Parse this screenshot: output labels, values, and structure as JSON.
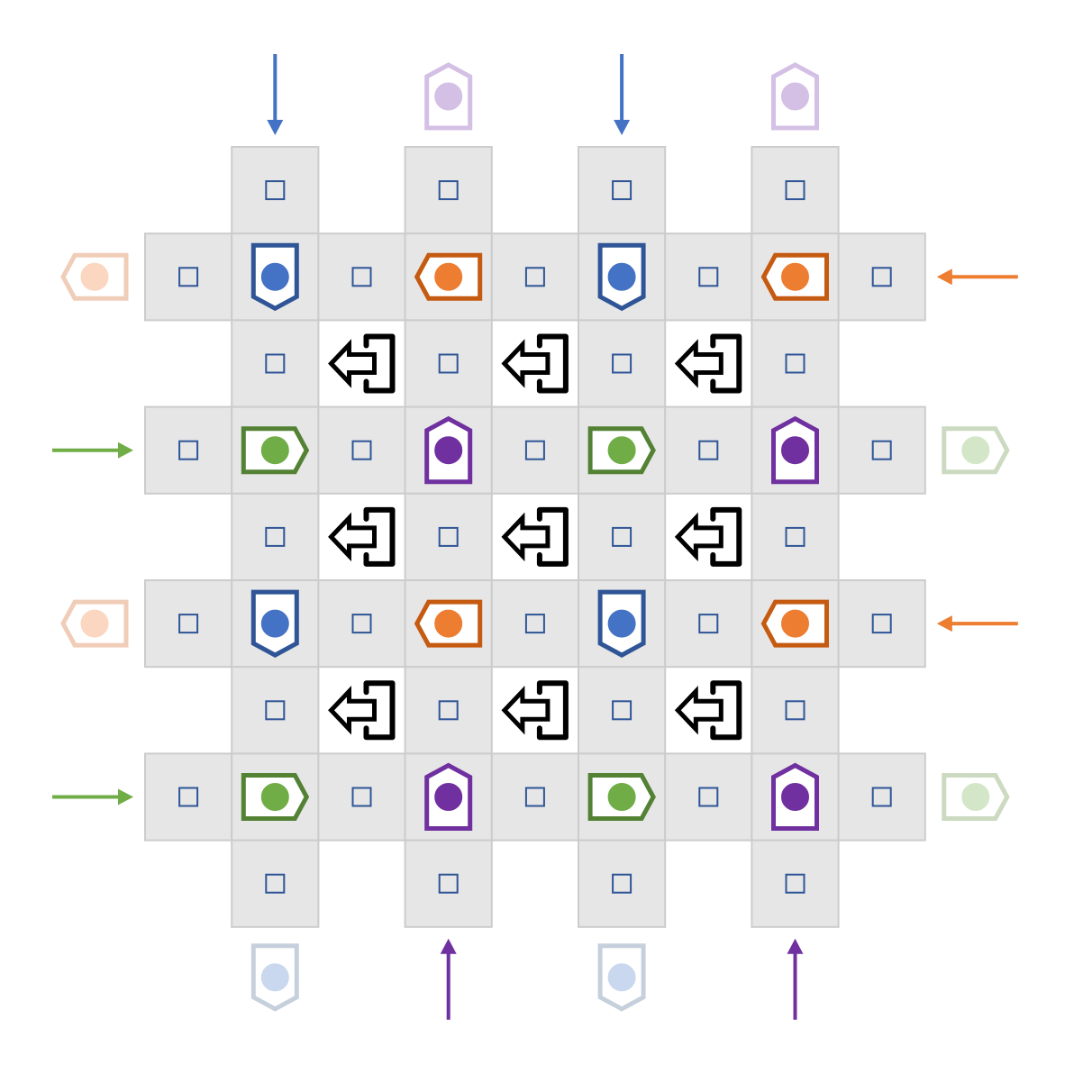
{
  "board": {
    "rows": 9,
    "cols": 9,
    "colors": {
      "tile": "#e6e6e6",
      "tile_border": "#cccccc",
      "marker": "#2f5597",
      "exit_icon": "#000000",
      "blue": "#4472c4",
      "blue_border": "#2f5597",
      "orange": "#ed7d31",
      "orange_border": "#c55a11",
      "green": "#70ad47",
      "green_border": "#548235",
      "purple": "#7030a0",
      "purple_border": "#7030a0",
      "blue_faded": "#c9d7ef",
      "blue_faded_border": "#c6d0dc",
      "orange_faded": "#fbd6c0",
      "orange_faded_border": "#f0cdb8",
      "green_faded": "#d3e7c8",
      "green_faded_border": "#cbdac0",
      "purple_faded": "#d4c0e4",
      "purple_faded_border": "#d4c0e4"
    },
    "tiles": [
      [
        0,
        1
      ],
      [
        0,
        3
      ],
      [
        0,
        5
      ],
      [
        0,
        7
      ],
      [
        1,
        0
      ],
      [
        1,
        1
      ],
      [
        1,
        2
      ],
      [
        1,
        3
      ],
      [
        1,
        4
      ],
      [
        1,
        5
      ],
      [
        1,
        6
      ],
      [
        1,
        7
      ],
      [
        1,
        8
      ],
      [
        2,
        1
      ],
      [
        2,
        3
      ],
      [
        2,
        5
      ],
      [
        2,
        7
      ],
      [
        3,
        0
      ],
      [
        3,
        1
      ],
      [
        3,
        2
      ],
      [
        3,
        3
      ],
      [
        3,
        4
      ],
      [
        3,
        5
      ],
      [
        3,
        6
      ],
      [
        3,
        7
      ],
      [
        3,
        8
      ],
      [
        4,
        1
      ],
      [
        4,
        3
      ],
      [
        4,
        5
      ],
      [
        4,
        7
      ],
      [
        5,
        0
      ],
      [
        5,
        1
      ],
      [
        5,
        2
      ],
      [
        5,
        3
      ],
      [
        5,
        4
      ],
      [
        5,
        5
      ],
      [
        5,
        6
      ],
      [
        5,
        7
      ],
      [
        5,
        8
      ],
      [
        6,
        1
      ],
      [
        6,
        3
      ],
      [
        6,
        5
      ],
      [
        6,
        7
      ],
      [
        7,
        0
      ],
      [
        7,
        1
      ],
      [
        7,
        2
      ],
      [
        7,
        3
      ],
      [
        7,
        4
      ],
      [
        7,
        5
      ],
      [
        7,
        6
      ],
      [
        7,
        7
      ],
      [
        7,
        8
      ],
      [
        8,
        1
      ],
      [
        8,
        3
      ],
      [
        8,
        5
      ],
      [
        8,
        7
      ]
    ],
    "pieces": [
      {
        "row": 1,
        "col": 1,
        "color": "blue",
        "dir": "down"
      },
      {
        "row": 1,
        "col": 3,
        "color": "orange",
        "dir": "left"
      },
      {
        "row": 1,
        "col": 5,
        "color": "blue",
        "dir": "down"
      },
      {
        "row": 1,
        "col": 7,
        "color": "orange",
        "dir": "left"
      },
      {
        "row": 3,
        "col": 1,
        "color": "green",
        "dir": "right"
      },
      {
        "row": 3,
        "col": 3,
        "color": "purple",
        "dir": "up"
      },
      {
        "row": 3,
        "col": 5,
        "color": "green",
        "dir": "right"
      },
      {
        "row": 3,
        "col": 7,
        "color": "purple",
        "dir": "up"
      },
      {
        "row": 5,
        "col": 1,
        "color": "blue",
        "dir": "down"
      },
      {
        "row": 5,
        "col": 3,
        "color": "orange",
        "dir": "left"
      },
      {
        "row": 5,
        "col": 5,
        "color": "blue",
        "dir": "down"
      },
      {
        "row": 5,
        "col": 7,
        "color": "orange",
        "dir": "left"
      },
      {
        "row": 7,
        "col": 1,
        "color": "green",
        "dir": "right"
      },
      {
        "row": 7,
        "col": 3,
        "color": "purple",
        "dir": "up"
      },
      {
        "row": 7,
        "col": 5,
        "color": "green",
        "dir": "right"
      },
      {
        "row": 7,
        "col": 7,
        "color": "purple",
        "dir": "up"
      }
    ],
    "exits": [
      [
        2,
        2
      ],
      [
        2,
        4
      ],
      [
        2,
        6
      ],
      [
        4,
        2
      ],
      [
        4,
        4
      ],
      [
        4,
        6
      ],
      [
        6,
        2
      ],
      [
        6,
        4
      ],
      [
        6,
        6
      ]
    ],
    "arrows": [
      {
        "side": "top",
        "index": 1,
        "color": "blue",
        "dir": "down"
      },
      {
        "side": "top",
        "index": 5,
        "color": "blue",
        "dir": "down"
      },
      {
        "side": "right",
        "index": 1,
        "color": "orange",
        "dir": "left"
      },
      {
        "side": "right",
        "index": 5,
        "color": "orange",
        "dir": "left"
      },
      {
        "side": "left",
        "index": 3,
        "color": "green",
        "dir": "right"
      },
      {
        "side": "left",
        "index": 7,
        "color": "green",
        "dir": "right"
      },
      {
        "side": "bottom",
        "index": 3,
        "color": "purple",
        "dir": "up"
      },
      {
        "side": "bottom",
        "index": 7,
        "color": "purple",
        "dir": "up"
      }
    ],
    "ghosts": [
      {
        "side": "top",
        "index": 3,
        "color": "purple",
        "dir": "up"
      },
      {
        "side": "top",
        "index": 7,
        "color": "purple",
        "dir": "up"
      },
      {
        "side": "left",
        "index": 1,
        "color": "orange",
        "dir": "left"
      },
      {
        "side": "left",
        "index": 5,
        "color": "orange",
        "dir": "left"
      },
      {
        "side": "right",
        "index": 3,
        "color": "green",
        "dir": "right"
      },
      {
        "side": "right",
        "index": 7,
        "color": "green",
        "dir": "right"
      },
      {
        "side": "bottom",
        "index": 1,
        "color": "blue",
        "dir": "down"
      },
      {
        "side": "bottom",
        "index": 5,
        "color": "blue",
        "dir": "down"
      }
    ]
  }
}
